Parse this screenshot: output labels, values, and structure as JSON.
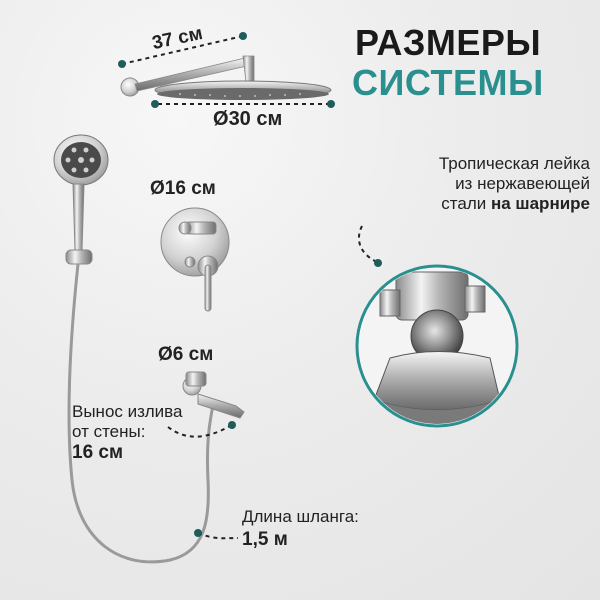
{
  "title": {
    "line1": "РАЗМЕРЫ",
    "line2": "СИСТЕМЫ"
  },
  "dimensions": {
    "arm_length": "37 см",
    "head_diameter": "30 см",
    "valve_diameter": "16 см",
    "spout_diameter": "6 см"
  },
  "labels": {
    "tropical_line1": "Тропическая лейка",
    "tropical_line2": "из нержавеющей",
    "tropical_line3a": "стали ",
    "tropical_line3b": "на шарнире",
    "spout_line1": "Вынос излива",
    "spout_line2": "от стены:",
    "spout_value": "16 см",
    "hose_line1": "Длина шланга:",
    "hose_value": "1,5 м"
  },
  "colors": {
    "accent": "#2a8f8f",
    "dark": "#1a1a1a",
    "dots": "#1f5c5c"
  },
  "diameter_symbol": "Ø"
}
